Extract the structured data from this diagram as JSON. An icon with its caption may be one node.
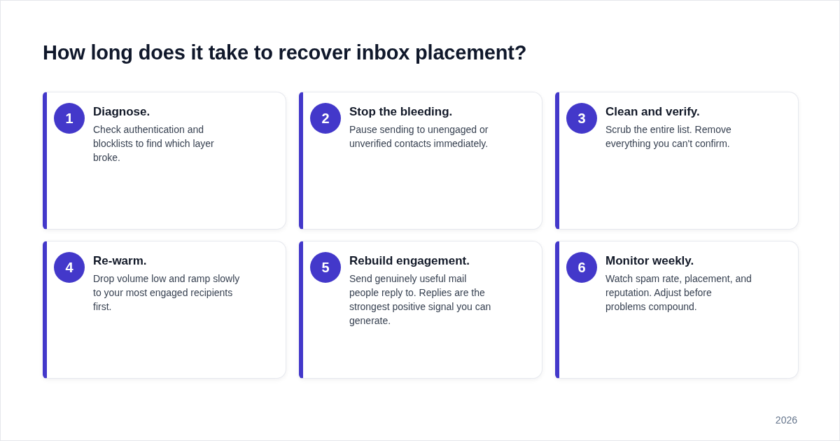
{
  "diagram": {
    "title": "How long does it take to recover inbox placement?",
    "nodes": [
      {
        "text": [
          "Diagnose.",
          "Check authentication and blocklists to find which layer broke."
        ]
      },
      {
        "text": [
          "1"
        ],
        "in": 0
      },
      {
        "text": [
          "Stop the bleeding.",
          "Pause sending to unengaged or unverified contacts immediately."
        ]
      },
      {
        "text": [
          "2"
        ],
        "in": 2
      },
      {
        "text": [
          "Clean and verify.",
          "Scrub the entire list. Remove everything you can't confirm."
        ]
      },
      {
        "text": [
          "3"
        ],
        "in": 4
      },
      {
        "text": [
          "Re-warm.",
          "Drop volume low and ramp slowly to your most engaged recipients first."
        ]
      },
      {
        "text": [
          "4"
        ],
        "in": 6
      },
      {
        "text": [
          "Rebuild engagement.",
          "Send genuinely useful mail people reply to. Replies are the strongest positive signal you can generate."
        ]
      },
      {
        "text": [
          "5"
        ],
        "in": 8
      },
      {
        "text": [
          "Monitor weekly.",
          "Watch spam rate, placement, and reputation. Adjust before problems compound."
        ]
      },
      {
        "text": [
          "6"
        ],
        "in": 10
      }
    ],
    "labels": [
      "2026"
    ]
  }
}
